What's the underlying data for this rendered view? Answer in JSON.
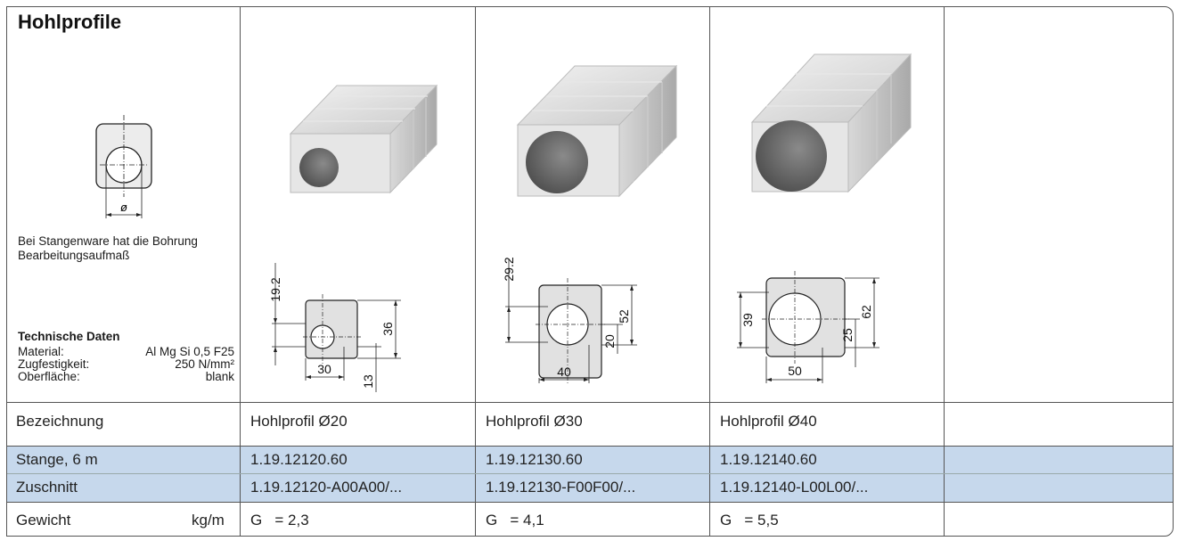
{
  "header": {
    "title": "Hohlprofile"
  },
  "note": {
    "line1": "Bei Stangenware hat die Bohrung",
    "line2": "Bearbeitungsaufmaß"
  },
  "diameter_symbol": "ø",
  "tech": {
    "heading": "Technische Daten",
    "rows": [
      {
        "label": "Material:",
        "value": "Al Mg Si 0,5 F25"
      },
      {
        "label": "Zugfestigkeit:",
        "value": "250 N/mm²"
      },
      {
        "label": "Oberfläche:",
        "value": "blank"
      }
    ]
  },
  "profiles": [
    {
      "dims": {
        "h1": "19.2",
        "h2": "36",
        "w": "30",
        "b": "13"
      }
    },
    {
      "dims": {
        "h1": "29.2",
        "h2": "52",
        "w": "40",
        "b": "20"
      }
    },
    {
      "dims": {
        "h1": "39",
        "h2": "62",
        "w": "50",
        "b": "25"
      }
    }
  ],
  "table": {
    "rows": [
      {
        "label": "Bezeichnung",
        "unit": "",
        "cells": [
          "Hohlprofil Ø20",
          "Hohlprofil Ø30",
          "Hohlprofil Ø40",
          ""
        ]
      },
      {
        "label": "Stange, 6 m",
        "unit": "",
        "cells": [
          "1.19.12120.60",
          "1.19.12130.60",
          "1.19.12140.60",
          ""
        ]
      },
      {
        "label": "Zuschnitt",
        "unit": "",
        "cells": [
          "1.19.12120-A00A00/...",
          "1.19.12130-F00F00/...",
          "1.19.12140-L00L00/...",
          ""
        ]
      },
      {
        "label": "Gewicht",
        "unit": "kg/m",
        "cells": [
          "G   = 2,3",
          "G   = 4,1",
          "G   = 5,5",
          ""
        ]
      }
    ]
  },
  "colors": {
    "highlight_row": "#c6d8ec",
    "line": "#555555",
    "profile_grey": "#d9d9d9"
  }
}
